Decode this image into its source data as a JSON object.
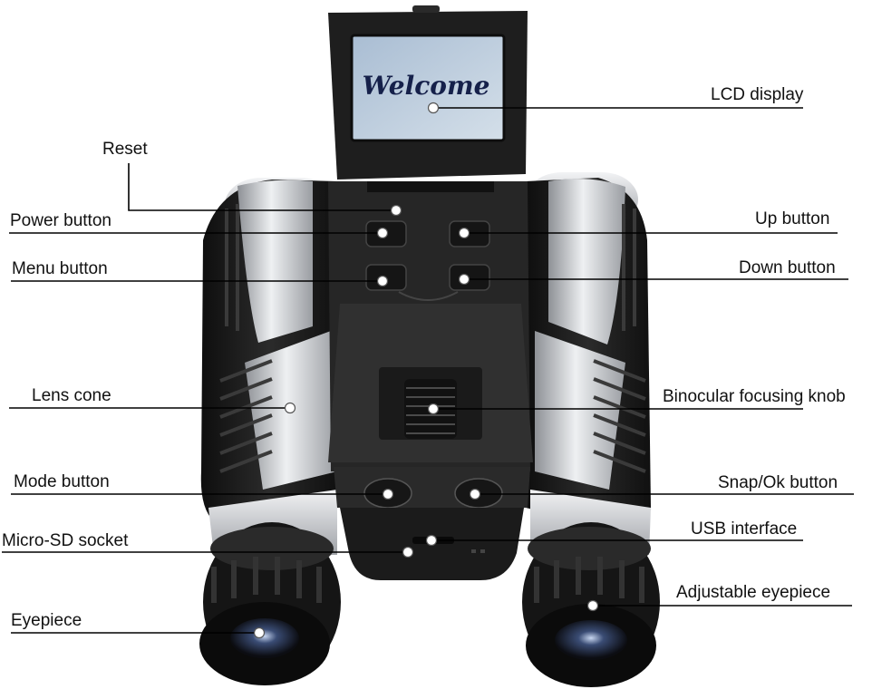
{
  "screen": {
    "text": "Welcome"
  },
  "labels": {
    "lcd_display": "LCD display",
    "reset": "Reset",
    "power_button": "Power button",
    "up_button": "Up button",
    "menu_button": "Menu button",
    "down_button": "Down button",
    "lens_cone": "Lens cone",
    "focusing_knob": "Binocular focusing knob",
    "mode_button": "Mode button",
    "snap_ok_button": "Snap/Ok button",
    "micro_sd_socket": "Micro-SD socket",
    "usb_interface": "USB interface",
    "eyepiece": "Eyepiece",
    "adjustable_eyepiece": "Adjustable eyepiece"
  },
  "colors": {
    "body_dark": "#1c1c1c",
    "body_silver": "#c9cbcf",
    "lcd_screen": "#b8c9dc",
    "leader_line": "#000000",
    "marker": "#ffffff"
  }
}
